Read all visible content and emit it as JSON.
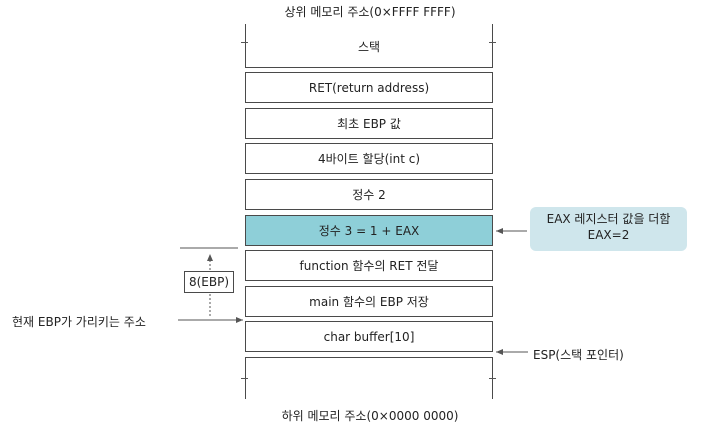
{
  "top_label": "상위 메모리 주소(0×FFFF FFFF)",
  "bottom_label": "하위 메모리 주소(0×0000 0000)",
  "stack_cells": [
    {
      "label": "스택"
    },
    {
      "label": "RET(return address)"
    },
    {
      "label": "최초 EBP 값"
    },
    {
      "label": "4바이트 할당(int c)"
    },
    {
      "label": "정수 2"
    },
    {
      "label": "정수 3 = 1 + EAX",
      "highlight": true
    },
    {
      "label": "function 함수의 RET 전달"
    },
    {
      "label": "main 함수의 EBP 저장"
    },
    {
      "label": "char buffer[10]"
    }
  ],
  "callout": {
    "line1": "EAX 레지스터 값을 더함",
    "line2": "EAX=2"
  },
  "offset_label": "8(EBP)",
  "ebp_label": "현재 EBP가 가리키는 주소",
  "esp_label": "ESP(스택 포인터)",
  "colors": {
    "highlight": "#8ecfd8",
    "callout_bg": "#cfe6ec",
    "border": "#4a4a4a"
  }
}
